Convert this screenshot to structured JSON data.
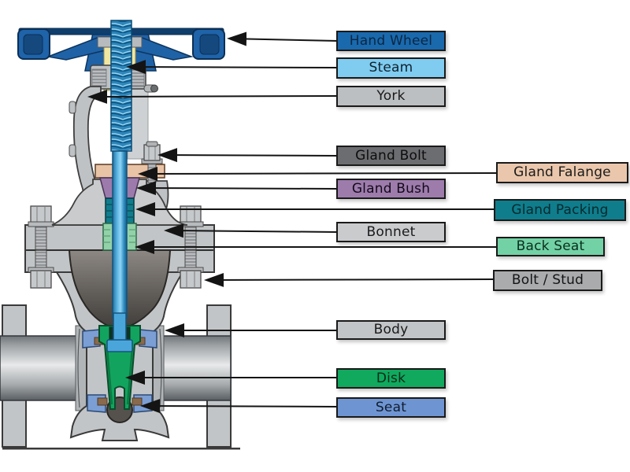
{
  "diagram": {
    "subject": "globe-valve-cross-section-labeled-diagram",
    "background": "#ffffff",
    "connector_color": "#141414",
    "underline_color": "#3a3a3a"
  },
  "labels": [
    {
      "id": "hand-wheel",
      "text": "Hand Wheel",
      "bg": "#1a69ad",
      "fg": "#0a2744"
    },
    {
      "id": "steam",
      "text": "Steam",
      "bg": "#7fccf0",
      "fg": "#10222e"
    },
    {
      "id": "york",
      "text": "York",
      "bg": "#bcbfc1",
      "fg": "#1a1a1a"
    },
    {
      "id": "gland-bolt",
      "text": "Gland Bolt",
      "bg": "#6c6d70",
      "fg": "#0d0d0d"
    },
    {
      "id": "gland-falange",
      "text": "Gland Falange",
      "bg": "#eac7ac",
      "fg": "#1a1a1a"
    },
    {
      "id": "gland-bush",
      "text": "Gland Bush",
      "bg": "#9d7cac",
      "fg": "#140a1a"
    },
    {
      "id": "gland-packing",
      "text": "Gland Packing",
      "bg": "#0f7d8c",
      "fg": "#06292e"
    },
    {
      "id": "bonnet",
      "text": "Bonnet",
      "bg": "#c9cbcd",
      "fg": "#1a1a1a"
    },
    {
      "id": "back-seat",
      "text": "Back Seat",
      "bg": "#72d2a5",
      "fg": "#0b2e1e"
    },
    {
      "id": "bolt-stud",
      "text": "Bolt / Stud",
      "bg": "#a9abad",
      "fg": "#141414"
    },
    {
      "id": "body",
      "text": "Body",
      "bg": "#c2c5c7",
      "fg": "#1a1a1a"
    },
    {
      "id": "disk",
      "text": "Disk",
      "bg": "#10a95e",
      "fg": "#062b17"
    },
    {
      "id": "seat",
      "text": "Seat",
      "bg": "#6e95d2",
      "fg": "#101c30"
    }
  ],
  "part_colors": {
    "hand_wheel_blue": "#2062a6",
    "stem_blue": "#58b1e0",
    "stem_bushing_yellow": "#f0e7a5",
    "gland_flange_peach": "#e9c3a6",
    "gland_bush_purple": "#9c7bac",
    "gland_packing_teal": "#117d8c",
    "back_seat_green": "#93d2a8",
    "disk_green": "#12a45e",
    "seat_blue": "#7b9fd4",
    "body_gray": "#c2c5c7",
    "cavity_dark": "#615d59"
  }
}
